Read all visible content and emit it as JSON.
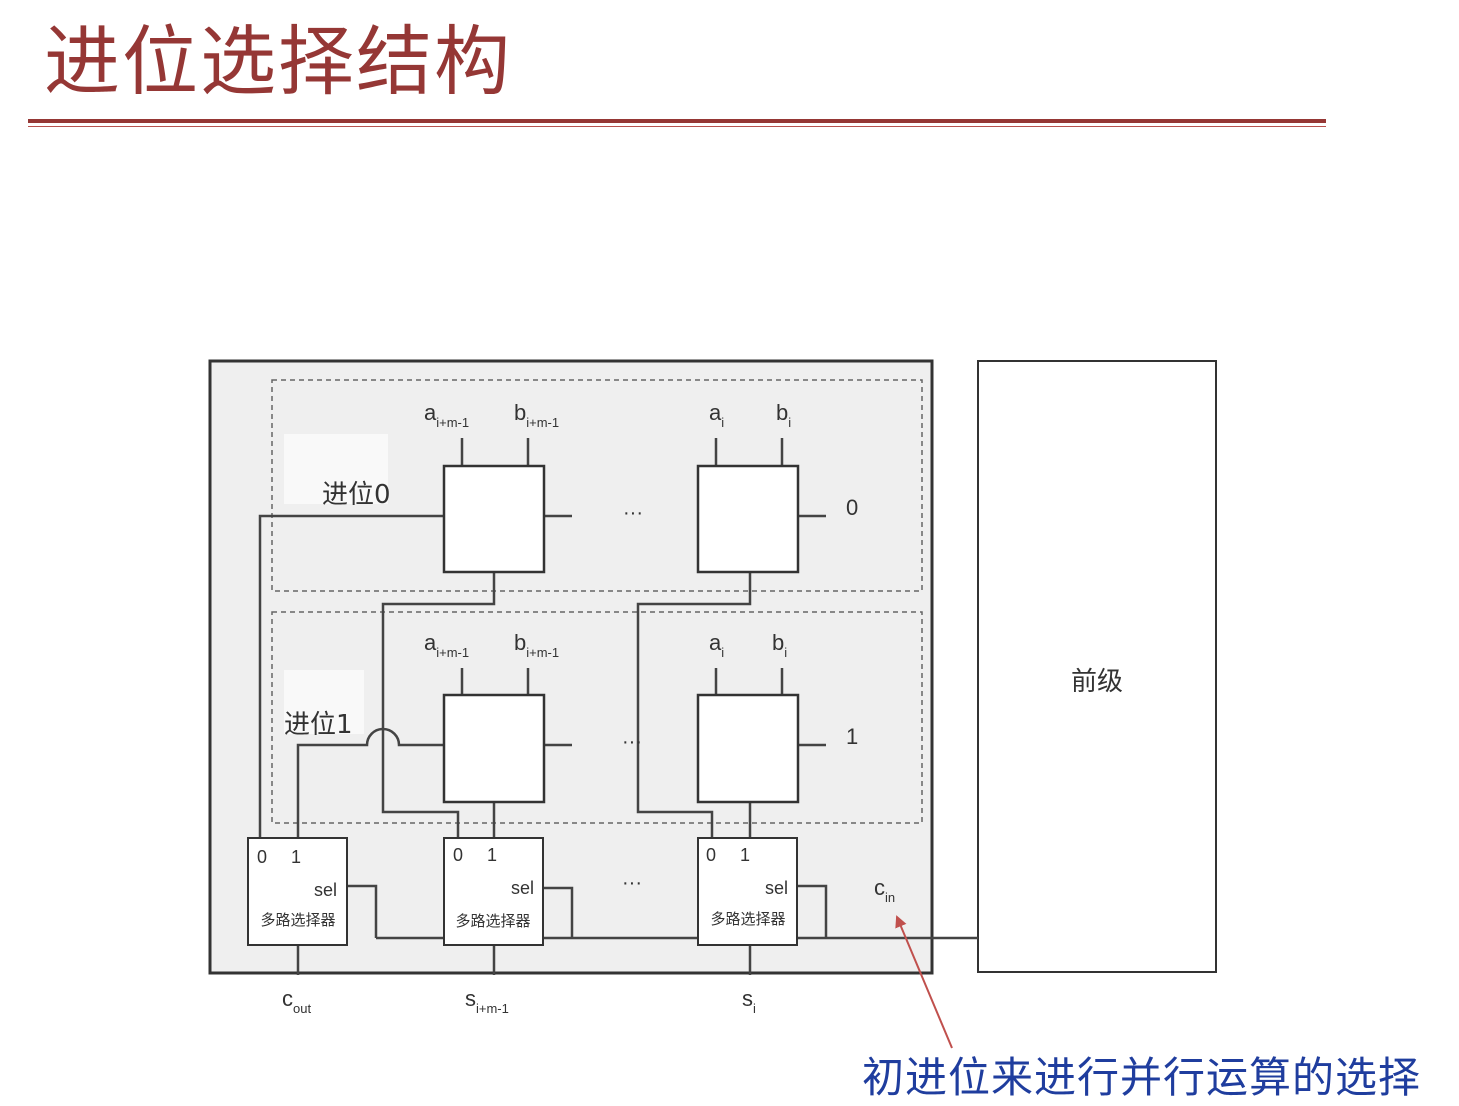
{
  "title": "进位选择结构",
  "stage0": {
    "carry_label": "进位0",
    "a_left": "a",
    "a_left_sub": "i+m-1",
    "b_left": "b",
    "b_left_sub": "i+m-1",
    "a_right": "a",
    "a_right_sub": "i",
    "b_right": "b",
    "b_right_sub": "i",
    "ellipsis": "···",
    "carry_in": "0"
  },
  "stage1": {
    "carry_label": "进位1",
    "a_left": "a",
    "a_left_sub": "i+m-1",
    "b_left": "b",
    "b_left_sub": "i+m-1",
    "a_right": "a",
    "a_right_sub": "i",
    "b_right": "b",
    "b_right_sub": "i",
    "ellipsis": "···",
    "carry_in": "1"
  },
  "mux": {
    "input0": "0",
    "input1": "1",
    "sel": "sel",
    "label": "多路选择器",
    "ellipsis": "···"
  },
  "outputs": {
    "cout": "c",
    "cout_sub": "out",
    "s_left": "s",
    "s_left_sub": "i+m-1",
    "s_right": "s",
    "s_right_sub": "i"
  },
  "cin": "c",
  "cin_sub": "in",
  "previous_stage": "前级",
  "annotation": "初进位来进行并行运算的选择",
  "colors": {
    "title": "#953735",
    "annotation": "#1f3d9e",
    "arrow": "#c0504d",
    "panel": "#efefef"
  }
}
